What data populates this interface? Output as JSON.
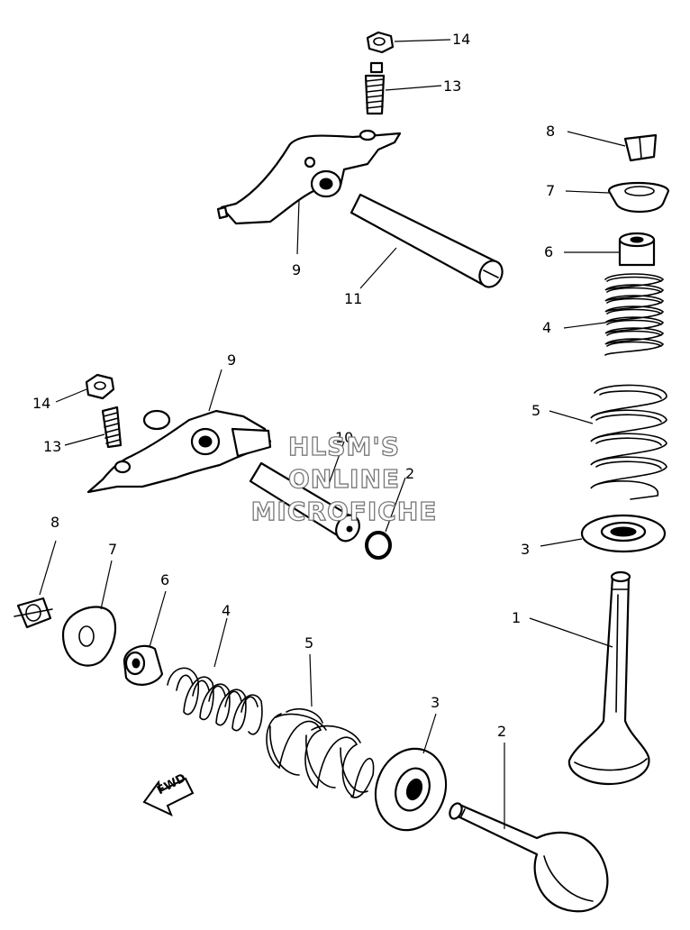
{
  "callouts": {
    "c1": "1",
    "c2a": "2",
    "c2b": "2",
    "c3a": "3",
    "c3b": "3",
    "c4a": "4",
    "c4b": "4",
    "c5a": "5",
    "c5b": "5",
    "c6a": "6",
    "c6b": "6",
    "c7a": "7",
    "c7b": "7",
    "c8a": "8",
    "c8b": "8",
    "c9a": "9",
    "c9b": "9",
    "c10": "10",
    "c11": "11",
    "c13a": "13",
    "c13b": "13",
    "c14a": "14",
    "c14b": "14"
  },
  "watermark": {
    "line1": "HLSM'S",
    "line2": "ONLINE",
    "line3": "MICROFICHE"
  },
  "direction_label": "FWD"
}
